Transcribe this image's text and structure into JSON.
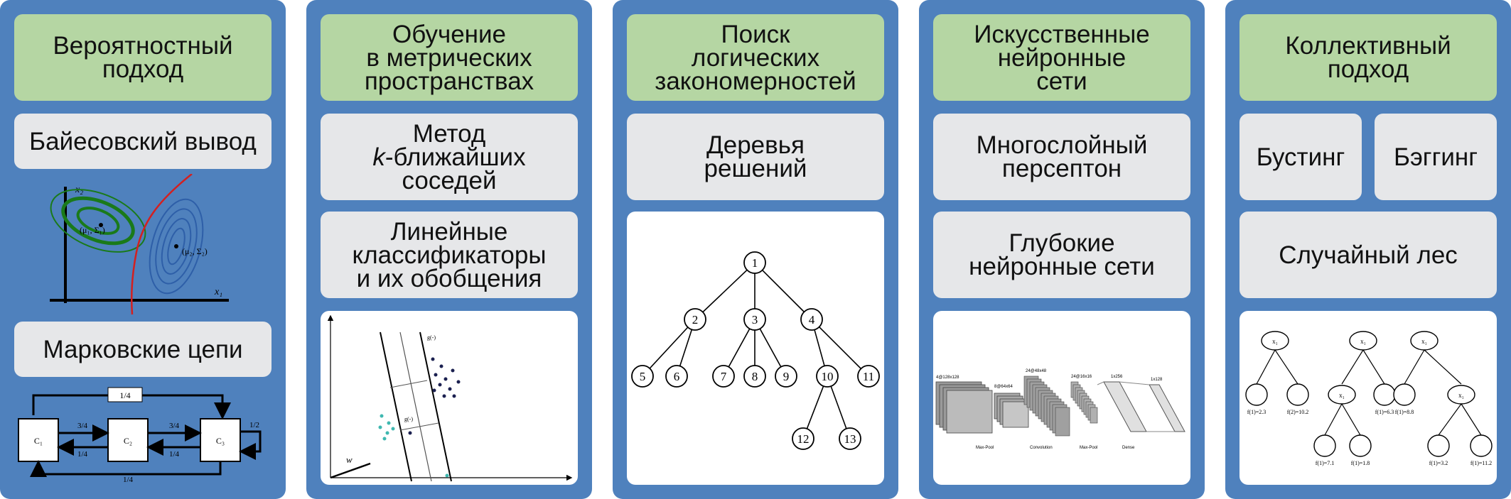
{
  "columns": [
    {
      "header": "Вероятностный\nподход",
      "items": [
        "Байесовский вывод",
        "Марковские цепи"
      ],
      "bayes_fig": {
        "ylabel": "x₂",
        "xlabel": "x₁",
        "mu1": "(μ₁, Σ₁)",
        "mu2": "(μ₂, Σ₂)"
      },
      "markov_fig": {
        "states": [
          "C₁",
          "C₂",
          "C₃"
        ],
        "top": "1/4",
        "s12": "3/4",
        "s21": "1/4",
        "s23": "3/4",
        "s32": "1/4",
        "self3": "1/2",
        "bottom": "1/4"
      }
    },
    {
      "header": "Обучение\nв метрических\nпространствах",
      "item1_italic": "k",
      "item1": "Метод\n-ближайших\nсоседей",
      "item1_line1": "Метод",
      "item1_line2": "-ближайших",
      "item1_line3": "соседей",
      "item2": "Линейные\nклассификаторы\nи их обобщения",
      "svm_fig": {
        "w_label": "w",
        "g1": "g(-)",
        "g2": "g(-)"
      }
    },
    {
      "header": "Поиск\nлогических\nзакономерностей",
      "item1": "Деревья\nрешений",
      "tree_nodes": [
        "1",
        "2",
        "3",
        "4",
        "5",
        "6",
        "7",
        "8",
        "9",
        "10",
        "11",
        "12",
        "13"
      ]
    },
    {
      "header": "Искусственные\nнейронные\nсети",
      "item1": "Многослойный\nперсептон",
      "item2": "Глубокие\nнейронные сети",
      "cnn_fig": {
        "layers": [
          "Max-Pool",
          "Convolution",
          "Max-Pool",
          "Dense"
        ],
        "sizes": [
          "4@128x128",
          "8@64x64",
          "24@48x48",
          "24@16x16",
          "1x256",
          "1x128"
        ]
      }
    },
    {
      "header": "Коллективный\nподход",
      "item_left": "Бустинг",
      "item_right": "Бэггинг",
      "item_wide": "Случайный лес",
      "forest_fig": {
        "node": "x₁",
        "leaf_labels": [
          "f(1)=2.3",
          "f(2)=10.2",
          "f(1)=6.3",
          "f(1)=7.1",
          "f(1)=1.8",
          "f(1)=8.8",
          "f(1)=3.2",
          "f(1)=11.2"
        ]
      }
    }
  ],
  "colors": {
    "panel": "#4f81bd",
    "header": "#b5d6a3",
    "item": "#e6e7e9"
  }
}
